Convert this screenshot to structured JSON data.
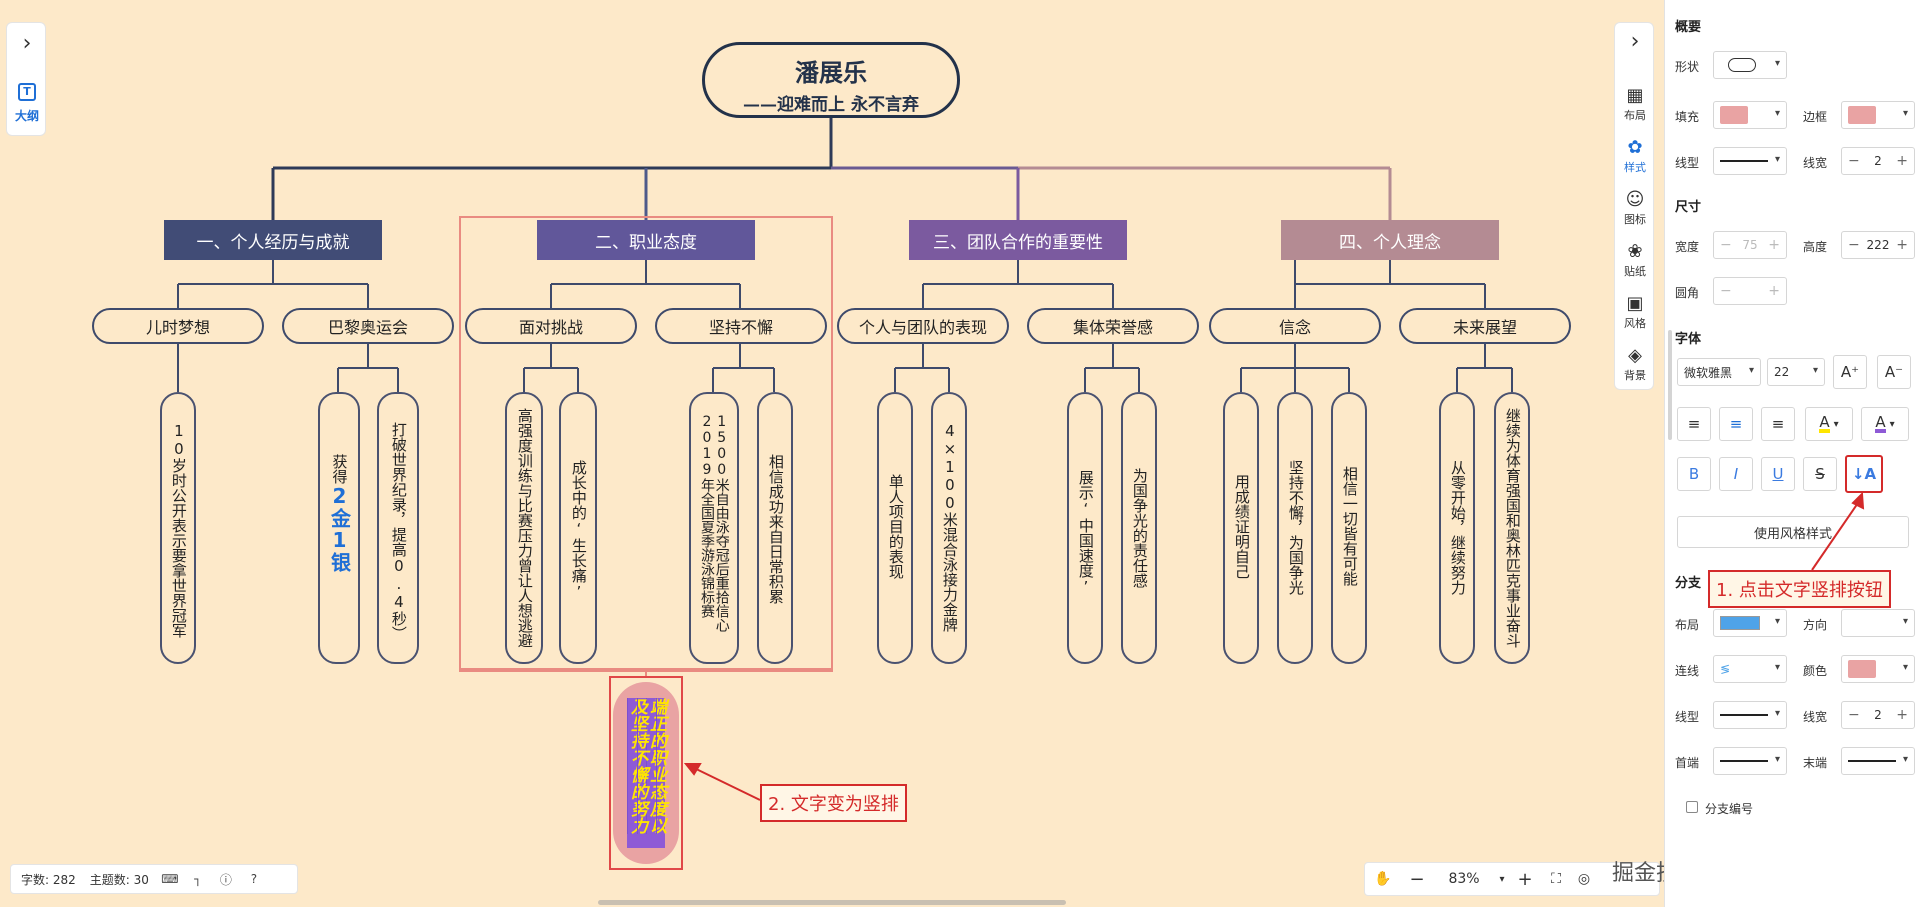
{
  "mindmap": {
    "root": {
      "title": "潘展乐",
      "subtitle": "——迎难而上  永不言弃"
    },
    "branches": [
      {
        "label": "一、个人经历与成就",
        "color": "#414c76"
      },
      {
        "label": "二、职业态度",
        "color": "#61579a"
      },
      {
        "label": "三、团队合作的重要性",
        "color": "#7b5a9f"
      },
      {
        "label": "四、个人理念",
        "color": "#b48b93"
      }
    ],
    "subs": [
      "儿时梦想",
      "巴黎奥运会",
      "面对挑战",
      "坚持不懈",
      "个人与团队的表现",
      "集体荣誉感",
      "信念",
      "未来展望"
    ],
    "leaves": [
      "10岁时公开表示要拿世界冠军",
      "打破世界纪录，提高0.4秒）",
      "高强度训练与比赛压力曾让人想逃避",
      "成长中的‘生长痛’",
      "1500米自由泳夺冠后重拾信心2019年全国夏季游泳锦标赛",
      "相信成功来自日常积累",
      "单人项目的表现",
      "4×100米混合泳接力金牌",
      "展示‘中国速度’",
      "为国争光的责任感",
      "用成绩证明自己",
      "坚持不懈，为国争光",
      "相信一切皆有可能",
      "从零开始，继续努力",
      "继续为体育强国和奥林匹克事业奋斗"
    ],
    "leaf_medal": {
      "prefix": "获得",
      "highlight": "2金1银"
    },
    "floating_node": "端正的职业态度以及坚持不懈的努力"
  },
  "annotations": {
    "callout1": "1. 点击文字竖排按钮",
    "callout2": "2. 文字变为竖排"
  },
  "left_toolbar": {
    "expand_icon": "chevron-right-icon",
    "outline_label": "大纲"
  },
  "right_toolbar": {
    "items": [
      {
        "label": "布局",
        "icon": "layout-icon"
      },
      {
        "label": "样式",
        "icon": "palette-icon"
      },
      {
        "label": "图标",
        "icon": "smile-icon"
      },
      {
        "label": "贴纸",
        "icon": "sticker-icon"
      },
      {
        "label": "风格",
        "icon": "grid-icon"
      },
      {
        "label": "背景",
        "icon": "layers-icon"
      }
    ],
    "active": "样式"
  },
  "status": {
    "word_count": "字数: 282",
    "topic_count": "主题数: 30"
  },
  "zoom": {
    "value": "83%"
  },
  "watermark": "掘金技术社区 @ 图形天下",
  "panel": {
    "overview": {
      "title": "概要",
      "shape_label": "形状",
      "fill_label": "填充",
      "border_label": "边框",
      "line_type_label": "线型",
      "line_width_label": "线宽",
      "line_width": "2",
      "fill_color": "#e9a3a3",
      "border_color": "#e9a3a3"
    },
    "size": {
      "title": "尺寸",
      "width_label": "宽度",
      "width": "75",
      "height_label": "高度",
      "height": "222",
      "radius_label": "圆角"
    },
    "font": {
      "title": "字体",
      "family": "微软雅黑",
      "size": "22",
      "text_color": "#ffe600",
      "highlight_color": "#8e5ad6"
    },
    "style_button": "使用风格样式",
    "branch": {
      "title": "分支",
      "layout_label": "布局",
      "direction_label": "方向",
      "connector_label": "连线",
      "color_label": "颜色",
      "line_type_label": "线型",
      "line_width_label": "线宽",
      "line_width": "2",
      "start_label": "首端",
      "end_label": "末端",
      "numbering_label": "分支编号",
      "color": "#e9a3a3"
    }
  }
}
